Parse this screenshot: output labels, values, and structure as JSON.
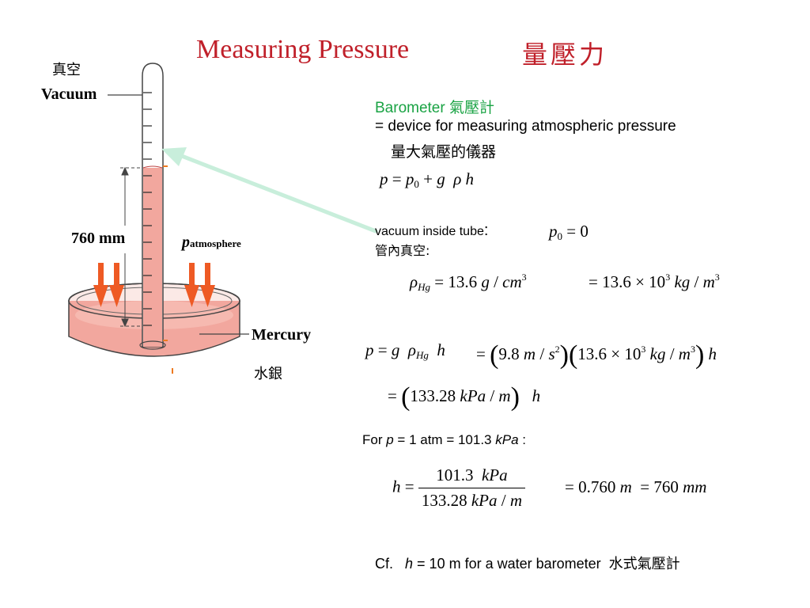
{
  "title": {
    "en": "Measuring Pressure",
    "zh": "量壓力"
  },
  "diagram": {
    "label_vacuum_zh": "真空",
    "label_vacuum": "Vacuum",
    "label_height": "760 mm",
    "label_p": "p",
    "label_p_sub": "atmosphere",
    "label_mercury": "Mercury",
    "label_mercury_zh": "水銀",
    "colors": {
      "mercury": "#f2a79e",
      "arrow": "#ee5a24",
      "pointer": "#c8eedb"
    }
  },
  "barometer": {
    "term": "Barometer",
    "term_zh": "氣壓計",
    "definition": "= device for measuring atmospheric pressure",
    "definition_zh": "量大氣壓的儀器"
  },
  "vacuum_note": {
    "en": "vacuum inside tube",
    "en_colon": ":",
    "zh": "管內真空:"
  },
  "for_line": {
    "prefix": "For ",
    "var": "p",
    "mid": " = 1 atm = 101.3 ",
    "unit": "kPa",
    "suffix": " :"
  },
  "cf_line": {
    "prefix": "Cf.",
    "var": "h",
    "text": " = 10 m for a water barometer",
    "zh": "水式氣壓計"
  }
}
